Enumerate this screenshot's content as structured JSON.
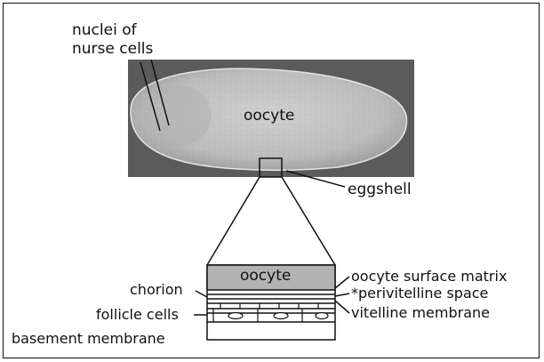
{
  "labels": {
    "nuclei_line1": "nuclei of",
    "nuclei_line2": "nurse cells",
    "oocyte_photo": "oocyte",
    "eggshell": "eggshell",
    "oocyte_box": "oocyte",
    "chorion": "chorion",
    "follicle_cells": "follicle cells",
    "basement_membrane": "basement membrane",
    "oocyte_surface_matrix": "oocyte surface matrix",
    "perivitelline_space": "*perivitelline space",
    "vitelline_membrane": "vitelline membrane"
  },
  "colors": {
    "photo_background": "#5b5b5b",
    "egg_fill": "#bdbdbd",
    "oocyte_layer": "#b3b3b3",
    "line": "#111111"
  }
}
